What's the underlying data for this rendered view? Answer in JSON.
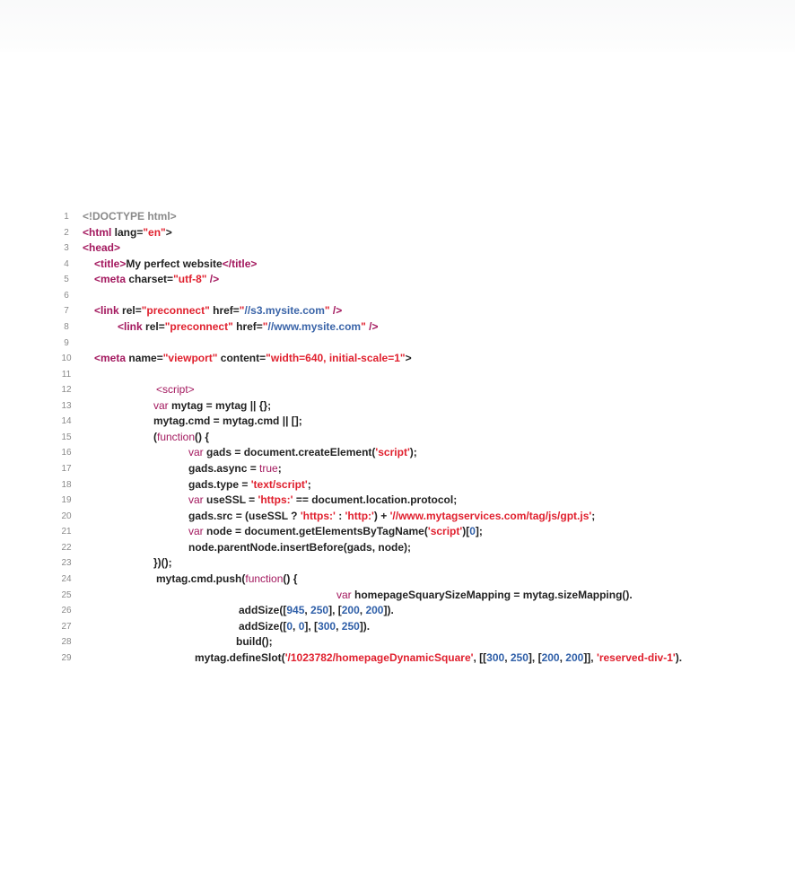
{
  "editor": {
    "lines": [
      {
        "n": "1",
        "tokens": [
          [
            "doc",
            "<!DOCTYPE html>"
          ]
        ]
      },
      {
        "n": "2",
        "tokens": [
          [
            "tag",
            "<html"
          ],
          [
            "pl",
            " lang="
          ],
          [
            "str",
            "\"en\""
          ],
          [
            "pl",
            ">"
          ]
        ]
      },
      {
        "n": "3",
        "tokens": [
          [
            "tag",
            "<head>"
          ]
        ]
      },
      {
        "n": "4",
        "tokens": [
          [
            "tag",
            "<title>"
          ],
          [
            "pl",
            "My perfect website"
          ],
          [
            "tag",
            "</title>"
          ]
        ]
      },
      {
        "n": "5",
        "tokens": [
          [
            "tag",
            "<meta"
          ],
          [
            "pl",
            " charset="
          ],
          [
            "str",
            "\"utf-8\""
          ],
          [
            "tag",
            " />"
          ]
        ]
      },
      {
        "n": "6",
        "tokens": []
      },
      {
        "n": "7",
        "tokens": [
          [
            "tag",
            "<link"
          ],
          [
            "pl",
            " rel="
          ],
          [
            "str",
            "\"preconnect\""
          ],
          [
            "pl",
            " href="
          ],
          [
            "str",
            "\""
          ],
          [
            "url",
            "//s3.mysite.com"
          ],
          [
            "str",
            "\""
          ],
          [
            "tag",
            " />"
          ]
        ]
      },
      {
        "n": "8",
        "tokens": [
          [
            "tag",
            "<link"
          ],
          [
            "pl",
            " rel="
          ],
          [
            "str",
            "\"preconnect\""
          ],
          [
            "pl",
            " href="
          ],
          [
            "str",
            "\""
          ],
          [
            "url",
            "//www.mysite.com"
          ],
          [
            "str",
            "\""
          ],
          [
            "tag",
            " />"
          ]
        ]
      },
      {
        "n": "9",
        "tokens": []
      },
      {
        "n": "10",
        "tokens": [
          [
            "tag",
            "<meta"
          ],
          [
            "pl",
            " name="
          ],
          [
            "str",
            "\"viewport\""
          ],
          [
            "pl",
            " content="
          ],
          [
            "str",
            "\"width=640, initial-scale=1\""
          ],
          [
            "pl",
            ">"
          ]
        ]
      },
      {
        "n": "11",
        "tokens": []
      },
      {
        "n": "12",
        "tokens": [
          [
            "kw",
            "<script>"
          ]
        ]
      },
      {
        "n": "13",
        "tokens": [
          [
            "kw",
            "var"
          ],
          [
            "pl",
            " mytag = mytag || {};"
          ]
        ]
      },
      {
        "n": "14",
        "tokens": [
          [
            "pl",
            "mytag.cmd = mytag.cmd || [];"
          ]
        ]
      },
      {
        "n": "15",
        "tokens": [
          [
            "pl",
            "("
          ],
          [
            "kw",
            "function"
          ],
          [
            "pl",
            "() {"
          ]
        ]
      },
      {
        "n": "16",
        "tokens": [
          [
            "kw",
            "var"
          ],
          [
            "pl",
            " gads = document.createElement("
          ],
          [
            "str",
            "'script'"
          ],
          [
            "pl",
            ");"
          ]
        ]
      },
      {
        "n": "17",
        "tokens": [
          [
            "pl",
            "gads.async = "
          ],
          [
            "kw",
            "true"
          ],
          [
            "pl",
            ";"
          ]
        ]
      },
      {
        "n": "18",
        "tokens": [
          [
            "pl",
            "gads.type = "
          ],
          [
            "str",
            "'text/script'"
          ],
          [
            "pl",
            ";"
          ]
        ]
      },
      {
        "n": "19",
        "tokens": [
          [
            "kw",
            "var"
          ],
          [
            "pl",
            " useSSL = "
          ],
          [
            "str",
            "'https:'"
          ],
          [
            "pl",
            " == document.location.protocol;"
          ]
        ]
      },
      {
        "n": "20",
        "tokens": [
          [
            "pl",
            "gads.src = (useSSL ? "
          ],
          [
            "str",
            "'https:'"
          ],
          [
            "pl",
            " : "
          ],
          [
            "str",
            "'http:'"
          ],
          [
            "pl",
            ") + "
          ],
          [
            "str",
            "'//www.mytagservices.com/tag/js/gpt.js'"
          ],
          [
            "pl",
            ";"
          ]
        ]
      },
      {
        "n": "21",
        "tokens": [
          [
            "kw",
            "var"
          ],
          [
            "pl",
            " node = document.getElementsByTagName("
          ],
          [
            "str",
            "'script'"
          ],
          [
            "pl",
            ")["
          ],
          [
            "num",
            "0"
          ],
          [
            "pl",
            "];"
          ]
        ]
      },
      {
        "n": "22",
        "tokens": [
          [
            "pl",
            "node.parentNode.insertBefore(gads, node);"
          ]
        ]
      },
      {
        "n": "23",
        "tokens": [
          [
            "pl",
            "})();"
          ]
        ]
      },
      {
        "n": "24",
        "tokens": [
          [
            "pl",
            "mytag.cmd.push("
          ],
          [
            "kw",
            "function"
          ],
          [
            "pl",
            "() {"
          ]
        ]
      },
      {
        "n": "25",
        "tokens": [
          [
            "kw",
            "var"
          ],
          [
            "pl",
            " homepageSquarySizeMapping = mytag.sizeMapping()."
          ]
        ]
      },
      {
        "n": "26",
        "tokens": [
          [
            "pl",
            "addSize(["
          ],
          [
            "num",
            "945"
          ],
          [
            "pl",
            ", "
          ],
          [
            "num",
            "250"
          ],
          [
            "pl",
            "], ["
          ],
          [
            "num",
            "200"
          ],
          [
            "pl",
            ", "
          ],
          [
            "num",
            "200"
          ],
          [
            "pl",
            "])."
          ]
        ]
      },
      {
        "n": "27",
        "tokens": [
          [
            "pl",
            "addSize(["
          ],
          [
            "num",
            "0"
          ],
          [
            "pl",
            ", "
          ],
          [
            "num",
            "0"
          ],
          [
            "pl",
            "], ["
          ],
          [
            "num",
            "300"
          ],
          [
            "pl",
            ", "
          ],
          [
            "num",
            "250"
          ],
          [
            "pl",
            "])."
          ]
        ]
      },
      {
        "n": "28",
        "tokens": [
          [
            "pl",
            "build();"
          ]
        ]
      },
      {
        "n": "29",
        "tokens": [
          [
            "pl",
            "mytag.defineSlot("
          ],
          [
            "str",
            "'/1023782/homepageDynamicSquare'"
          ],
          [
            "pl",
            ", [["
          ],
          [
            "num",
            "300"
          ],
          [
            "pl",
            ", "
          ],
          [
            "num",
            "250"
          ],
          [
            "pl",
            "], ["
          ],
          [
            "num",
            "200"
          ],
          [
            "pl",
            ", "
          ],
          [
            "num",
            "200"
          ],
          [
            "pl",
            "]], "
          ],
          [
            "str",
            "'reserved-div-1'"
          ],
          [
            "pl",
            ")."
          ]
        ]
      }
    ],
    "colors": {
      "tag": "#a3185e",
      "string": "#e0202e",
      "number": "#2f5fa8",
      "text": "#222222",
      "line_number": "#8a8a8a"
    }
  }
}
